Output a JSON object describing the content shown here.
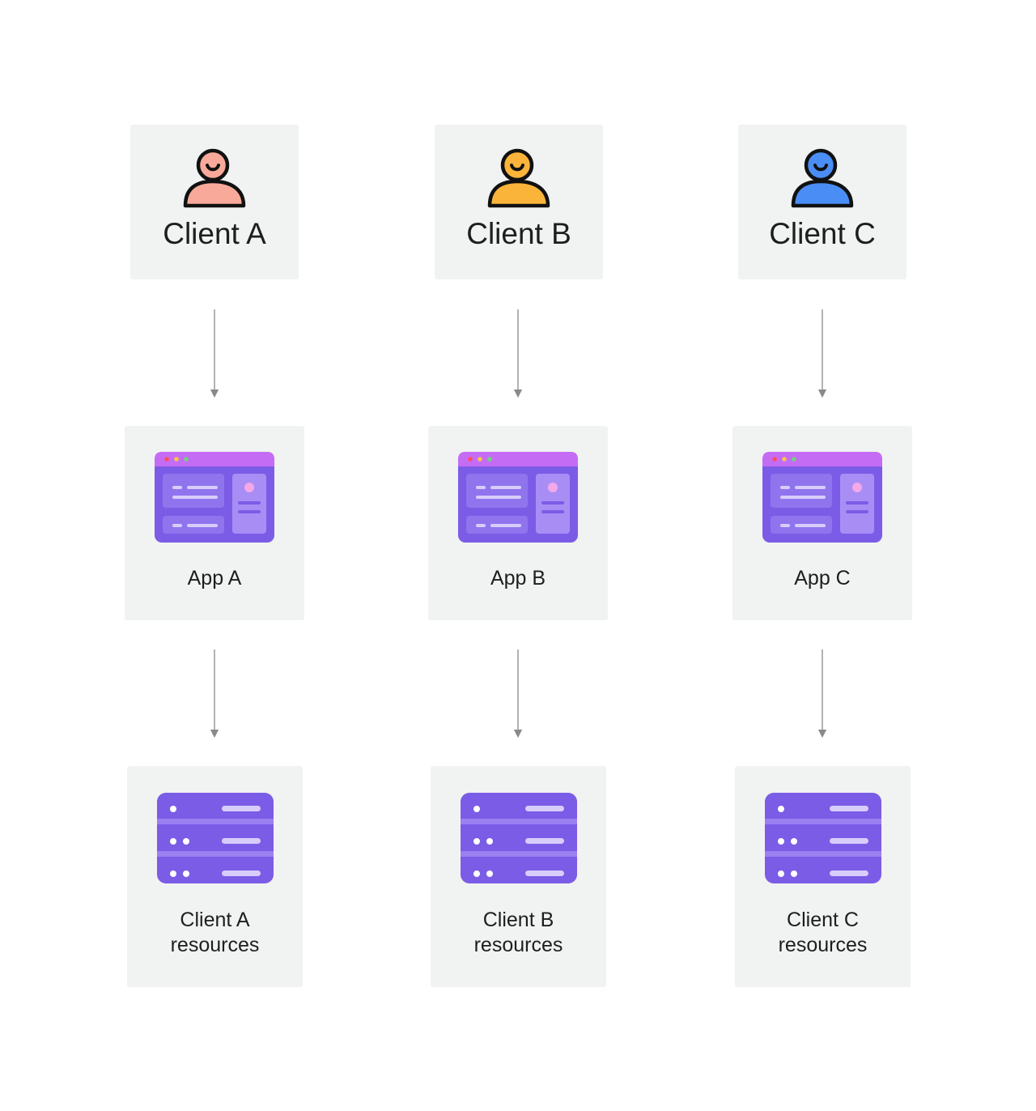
{
  "columns": [
    {
      "client": {
        "label": "Client A",
        "icon": "user-icon",
        "color": "#f9a99a"
      },
      "app": {
        "label": "App A",
        "icon": "app-window-icon"
      },
      "resources": {
        "label_line1": "Client A",
        "label_line2": "resources",
        "icon": "server-icon"
      }
    },
    {
      "client": {
        "label": "Client B",
        "icon": "user-icon",
        "color": "#fbb43a"
      },
      "app": {
        "label": "App B",
        "icon": "app-window-icon"
      },
      "resources": {
        "label_line1": "Client B",
        "label_line2": "resources",
        "icon": "server-icon"
      }
    },
    {
      "client": {
        "label": "Client C",
        "icon": "user-icon",
        "color": "#4a8ef5"
      },
      "app": {
        "label": "App C",
        "icon": "app-window-icon"
      },
      "resources": {
        "label_line1": "Client C",
        "label_line2": "resources",
        "icon": "server-icon"
      }
    }
  ],
  "colors": {
    "card_background": "#f1f2f2",
    "app_primary": "#7b5ce6",
    "app_titlebar": "#c56cf5",
    "server_primary": "#7b5ce6",
    "arrow": "#8a8a8a"
  }
}
